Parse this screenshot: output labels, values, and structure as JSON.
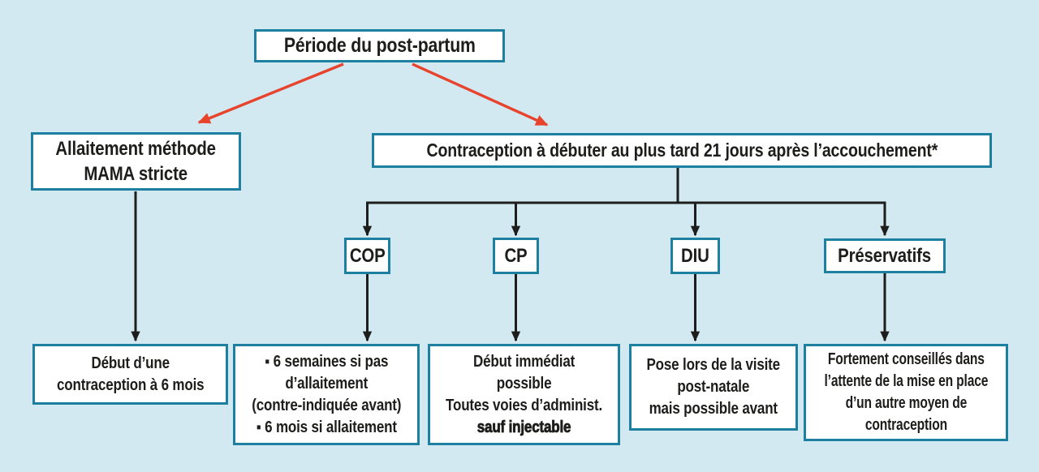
{
  "diagram": {
    "root": {
      "label": "Période du post-partum"
    },
    "left_branch": {
      "node": {
        "line1": "Allaitement méthode",
        "line2": "MAMA stricte"
      },
      "outcome": {
        "line1": "Début d’une",
        "line2": "contraception à 6 mois"
      }
    },
    "right_branch": {
      "node": {
        "label": "Contraception à débuter au plus tard 21 jours après l’accouchement*"
      },
      "methods": [
        {
          "code": "COP",
          "details": [
            "▪ 6 semaines si pas",
            "d’allaitement",
            "(contre-indiquée avant)",
            "▪ 6 mois si allaitement"
          ]
        },
        {
          "code": "CP",
          "details": [
            "Début immédiat",
            "possible",
            "Toutes voies d’administ.",
            "sauf injectable"
          ]
        },
        {
          "code": "DIU",
          "details": [
            "Pose lors de la visite",
            "post-natale",
            "mais possible avant"
          ]
        },
        {
          "code": "Préservatifs",
          "details": [
            "Fortement conseillés dans",
            "l’attente de la mise en place",
            "d’un autre moyen de",
            "contraception"
          ]
        }
      ]
    },
    "colors": {
      "background": "#d3e9f1",
      "box_border": "#1e80a0",
      "box_fill": "#ffffff",
      "text": "#1d1d1b",
      "arrow_red": "#e8432c",
      "arrow_black": "#1d1d1b"
    }
  }
}
